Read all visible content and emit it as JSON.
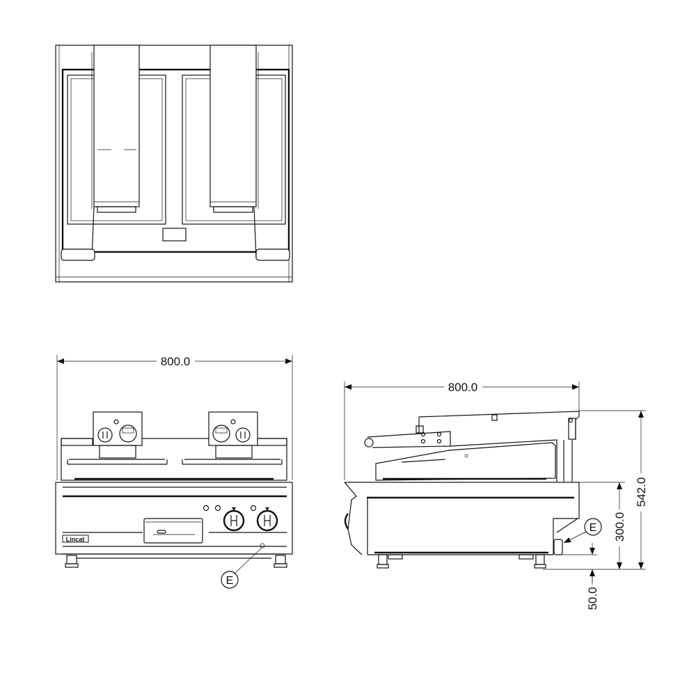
{
  "drawing": {
    "front_view": {
      "width_dimension": "800.0",
      "connection_label": "E",
      "brand_logo": "Lincat"
    },
    "side_view": {
      "depth_dimension": "800.0",
      "overall_height_dimension": "542.0",
      "body_height_dimension": "300.0",
      "connection_height_dimension": "50.0",
      "connection_label": "E"
    }
  }
}
